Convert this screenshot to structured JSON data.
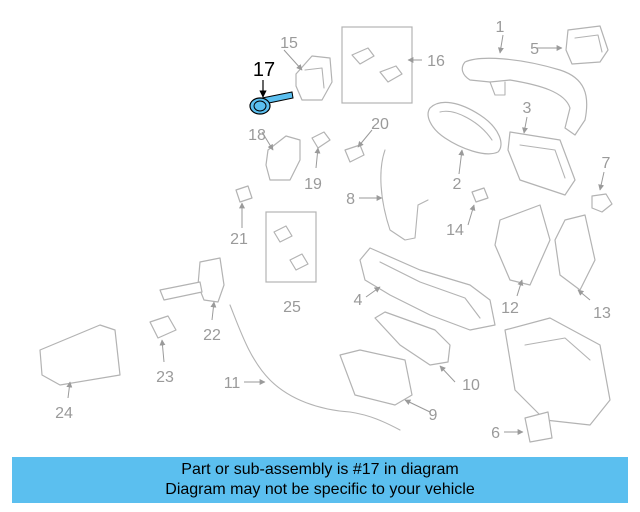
{
  "highlight_color": "#5bbfef",
  "highlighted_part": "17",
  "callouts": [
    "1",
    "2",
    "3",
    "4",
    "5",
    "6",
    "7",
    "8",
    "9",
    "10",
    "11",
    "12",
    "13",
    "14",
    "15",
    "16",
    "17",
    "18",
    "19",
    "20",
    "21",
    "22",
    "23",
    "24",
    "25"
  ],
  "banner": {
    "line1": "Part or sub-assembly is #17 in diagram",
    "line2": "Diagram may not be specific to your vehicle"
  }
}
